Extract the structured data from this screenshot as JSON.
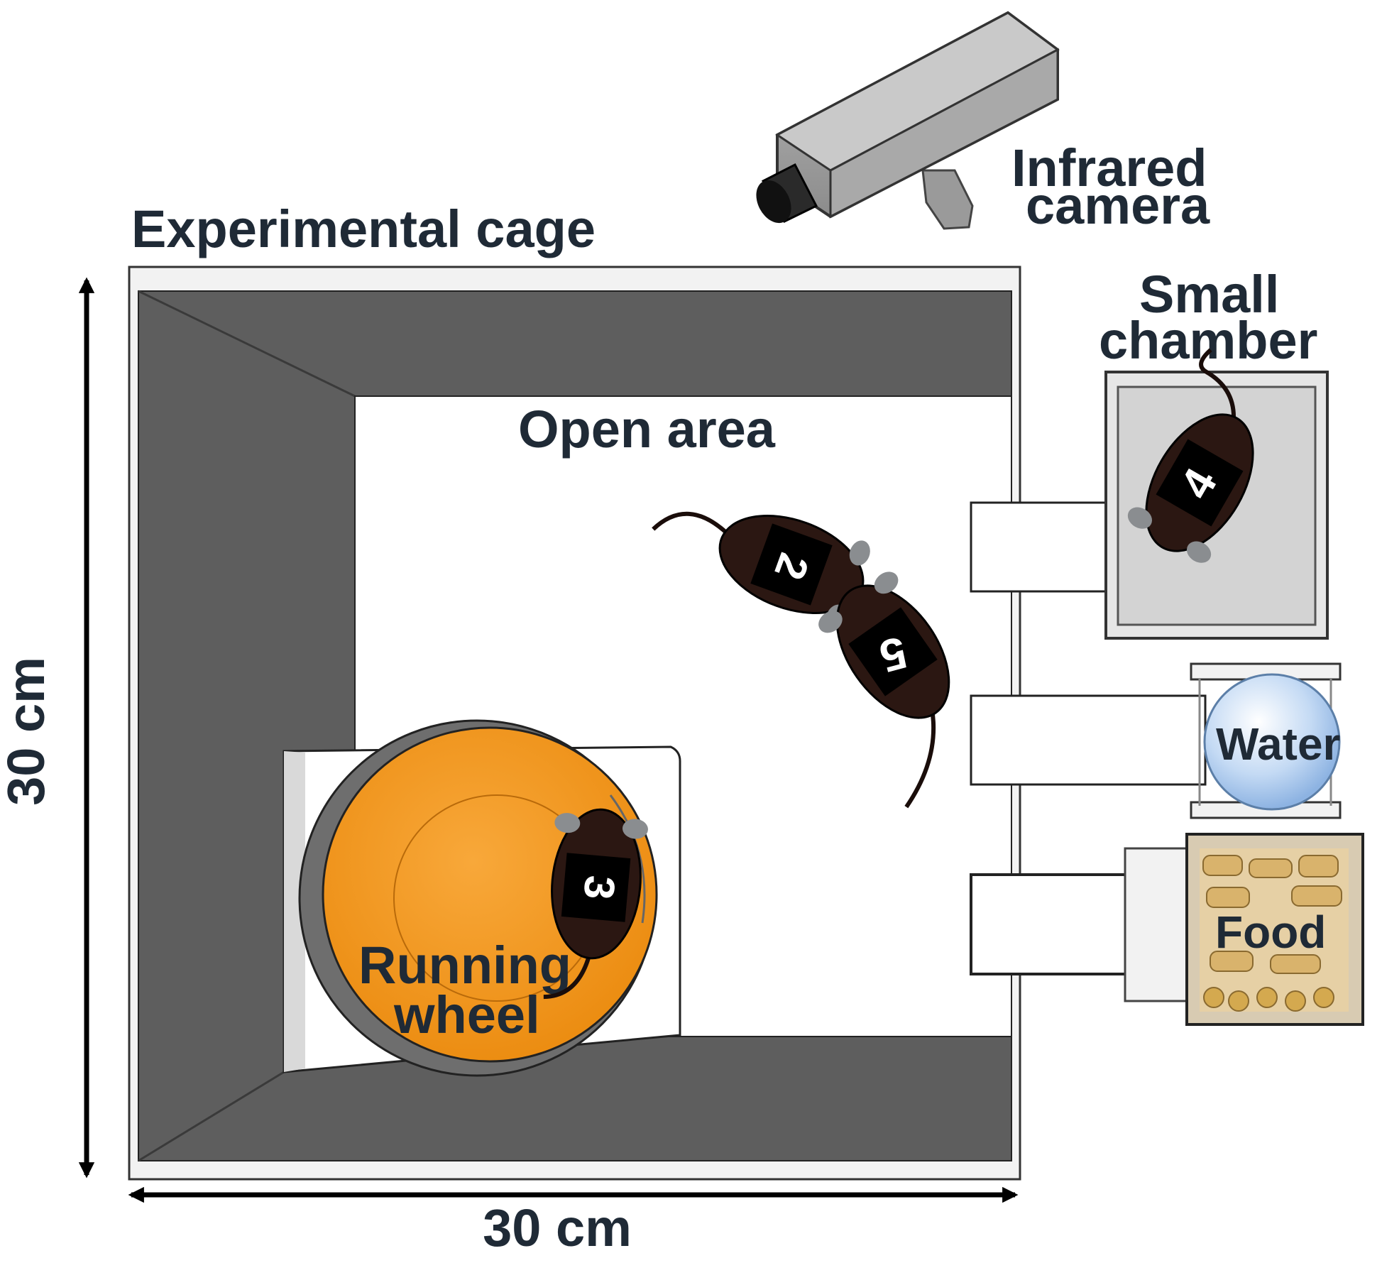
{
  "labels": {
    "experimental_cage": "Experimental cage",
    "infrared_camera_line1": "Infrared",
    "infrared_camera_line2": "camera",
    "small_chamber_line1": "Small",
    "small_chamber_line2": "chamber",
    "open_area": "Open area",
    "water": "Water",
    "food": "Food",
    "running_wheel_line1": "Running",
    "running_wheel_line2": "wheel",
    "dimension_vertical": "30 cm",
    "dimension_horizontal": "30 cm"
  },
  "colors": {
    "cage_wall": "#5e5e5e",
    "cage_rim": "#f2f2f2",
    "open_floor": "#ffffff",
    "wheel": "#f59a23",
    "mouse_body": "#2b1712",
    "mouse_ear": "#8a8d90",
    "tag": "#000000",
    "chamber_floor": "#d3d3d3",
    "water_bottle": "#c7dcf5",
    "food_pellet": "#e9d1a2",
    "camera_body": "#a6a6a6",
    "label_text": "#1f2a36"
  },
  "tag_codes": [
    "4",
    "2",
    "5",
    "3"
  ],
  "icons": [
    "camera-icon",
    "mouse-icon",
    "running-wheel-icon",
    "water-bottle-icon",
    "food-hopper-icon"
  ]
}
